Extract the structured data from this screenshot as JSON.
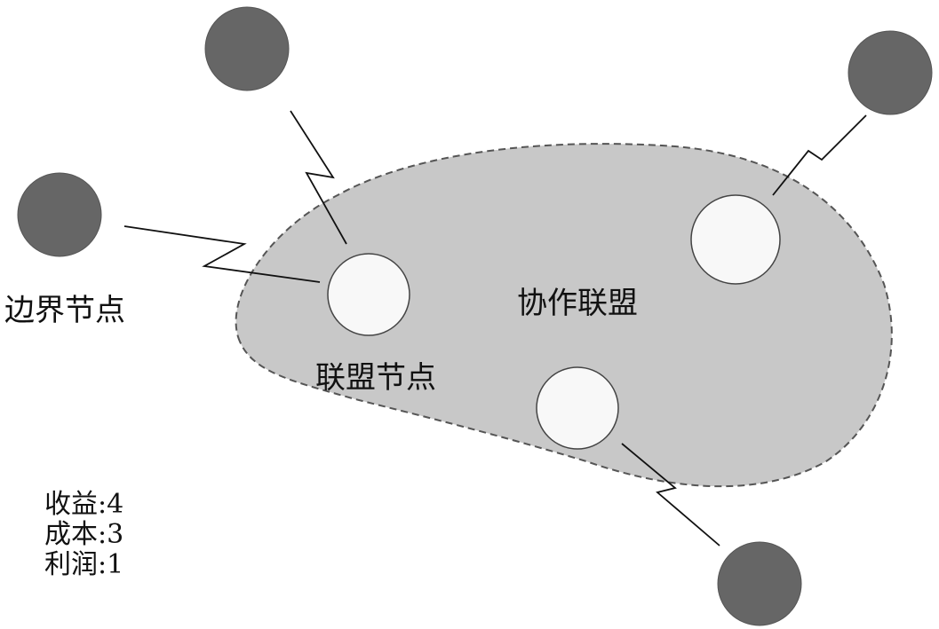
{
  "labels": {
    "boundary_node": "边界节点",
    "alliance_node": "联盟节点",
    "cooperative_alliance": "协作联盟"
  },
  "stats": [
    "收益:4",
    "成本:3",
    "利润:1"
  ],
  "colors": {
    "region": "#c8c8c8",
    "dark_node": "#666666",
    "light_node": "#f8f8f8"
  }
}
